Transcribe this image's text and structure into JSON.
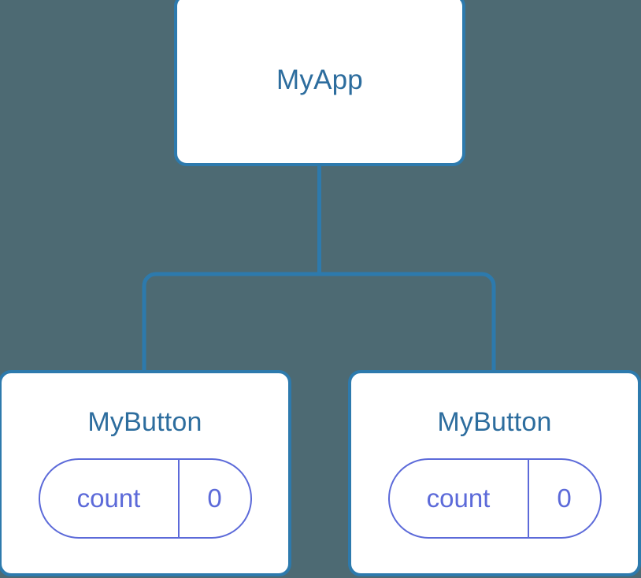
{
  "diagram": {
    "type": "component-tree",
    "background_color": "#4d6a73",
    "node_border_color": "#2d7aad",
    "node_text_color": "#2d6d9e",
    "state_color": "#5c6ad9",
    "edge_color": "#2d7aad"
  },
  "root": {
    "label": "MyApp"
  },
  "children": [
    {
      "label": "MyButton",
      "state": {
        "key": "count",
        "value": "0"
      }
    },
    {
      "label": "MyButton",
      "state": {
        "key": "count",
        "value": "0"
      }
    }
  ]
}
